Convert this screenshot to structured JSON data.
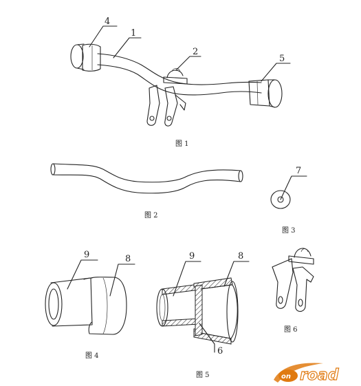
{
  "figures": {
    "fig1": {
      "caption": "图 1",
      "labels": [
        "4",
        "1",
        "2",
        "5"
      ]
    },
    "fig2": {
      "caption": "图 2"
    },
    "fig3": {
      "caption": "图 3",
      "labels": [
        "7"
      ]
    },
    "fig4": {
      "caption": "图 4",
      "labels": [
        "9",
        "8"
      ]
    },
    "fig5": {
      "caption": "图 5",
      "labels": [
        "9",
        "8",
        "6"
      ]
    },
    "fig6": {
      "caption": "图 6"
    }
  },
  "watermark": {
    "text_on": "on",
    "text_road": "road"
  },
  "colors": {
    "line": "#222222",
    "watermark": "#e07a10",
    "background": "#ffffff"
  }
}
